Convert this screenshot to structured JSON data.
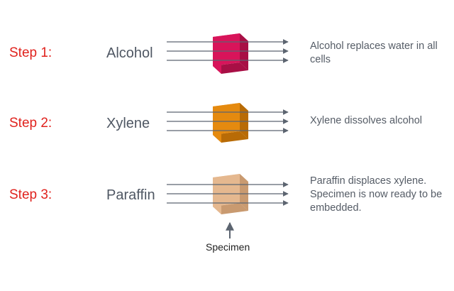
{
  "steps": [
    {
      "label": "Step 1:",
      "reagent": "Alcohol",
      "description": "Alcohol replaces water in all cells",
      "colors": {
        "front": "#d8145a",
        "top": "#ea3a7a",
        "side": "#a80f45"
      }
    },
    {
      "label": "Step 2:",
      "reagent": "Xylene",
      "description": "Xylene dissolves alcohol",
      "colors": {
        "front": "#e58a0f",
        "top": "#f2a83a",
        "side": "#b86b06"
      }
    },
    {
      "label": "Step 3:",
      "reagent": "Paraffin",
      "description": "Paraffin displaces xylene. Specimen is now ready to be embedded.",
      "colors": {
        "front": "#e5b88f",
        "top": "#eecaa6",
        "side": "#c99a70"
      }
    }
  ],
  "specimen_label": "Specimen",
  "arrow_color": "#5c6470"
}
